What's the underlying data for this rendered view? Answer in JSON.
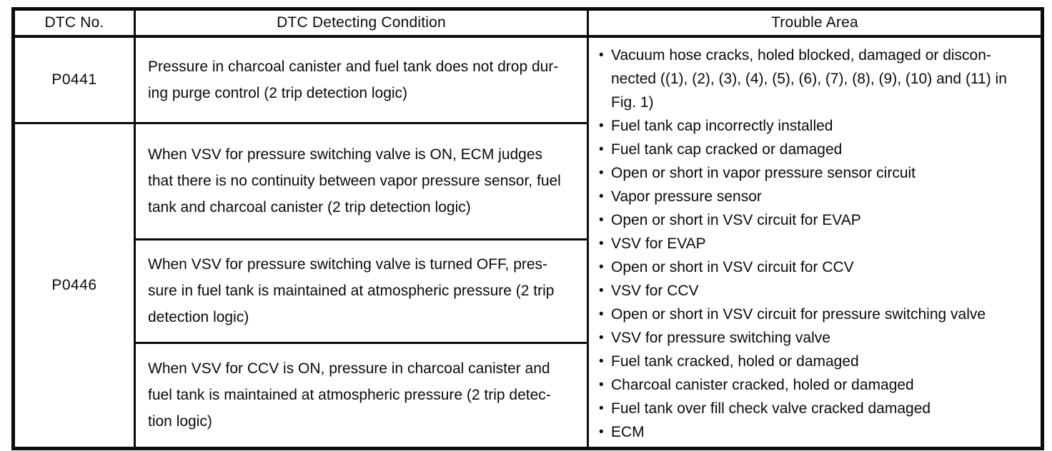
{
  "table": {
    "headers": {
      "dtc_no": "DTC No.",
      "condition": "DTC Detecting Condition",
      "trouble_area": "Trouble Area"
    },
    "rows": [
      {
        "dtc": "P0441",
        "conditions": [
          "Pressure in charcoal canister and fuel tank does not drop dur-\ning purge control (2 trip detection logic)"
        ]
      },
      {
        "dtc": "P0446",
        "conditions": [
          "When VSV for pressure switching valve is ON, ECM judges\nthat there is no continuity between vapor pressure sensor, fuel\ntank and charcoal canister (2 trip detection logic)",
          "When VSV for pressure switching valve is turned OFF, pres-\nsure in fuel tank is maintained at atmospheric pressure (2 trip\ndetection logic)",
          "When VSV for CCV is ON, pressure in charcoal canister and\nfuel tank is maintained at atmospheric pressure (2 trip detec-\ntion logic)"
        ]
      }
    ],
    "trouble_area": {
      "bullet_glyph": "•",
      "items": [
        "Vacuum hose cracks, holed blocked, damaged or discon-\nnected ((1), (2), (3), (4), (5), (6), (7), (8), (9), (10) and (11) in\nFig. 1)",
        "Fuel tank cap incorrectly installed",
        "Fuel tank cap cracked or damaged",
        "Open or short in vapor pressure sensor circuit",
        "Vapor pressure sensor",
        "Open or short in VSV circuit for EVAP",
        "VSV for EVAP",
        "Open or short in VSV circuit for CCV",
        "VSV for CCV",
        "Open or short in VSV circuit for pressure switching valve",
        "VSV for pressure switching valve",
        "Fuel tank cracked, holed or damaged",
        "Charcoal canister cracked, holed or damaged",
        "Fuel tank over fill check valve cracked damaged",
        "ECM"
      ]
    },
    "colors": {
      "ink": "#0a0a0a",
      "paper": "#ffffff"
    }
  }
}
